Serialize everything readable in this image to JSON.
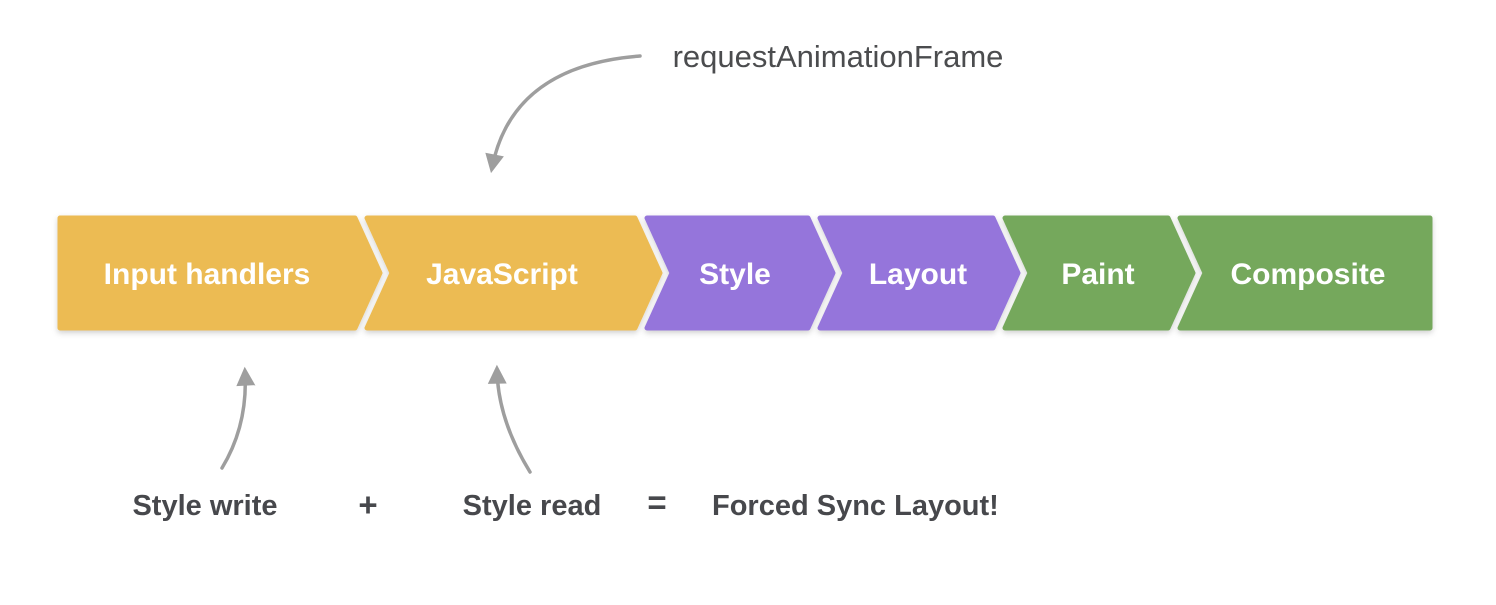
{
  "pipeline": {
    "stages": [
      {
        "label": "Input handlers",
        "color": "#ECBB52"
      },
      {
        "label": "JavaScript",
        "color": "#ECBB52"
      },
      {
        "label": "Style",
        "color": "#9575DB"
      },
      {
        "label": "Layout",
        "color": "#9575DB"
      },
      {
        "label": "Paint",
        "color": "#75A85C"
      },
      {
        "label": "Composite",
        "color": "#75A85C"
      }
    ],
    "label_color": "#ffffff"
  },
  "annotations": {
    "raf_label": "requestAnimationFrame",
    "style_write": "Style write",
    "plus_sign": "+",
    "style_read": "Style read",
    "equals_sign": "=",
    "result": "Forced Sync Layout!"
  },
  "colors": {
    "arrow": "#9E9E9E",
    "annotation_text": "#47484C",
    "raf_text": "#4B4C4E"
  }
}
